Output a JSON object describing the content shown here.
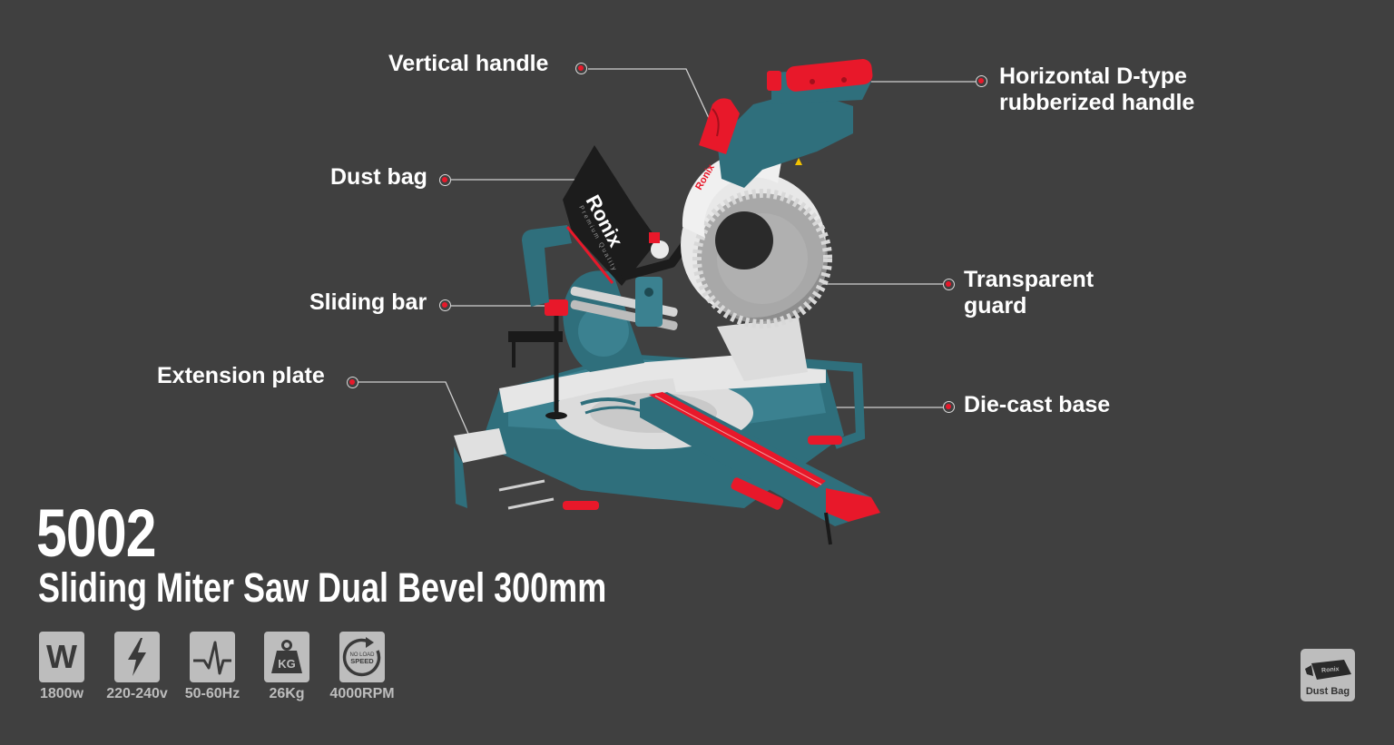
{
  "product": {
    "model_number": "5002",
    "title": "Sliding Miter Saw Dual Bevel 300mm",
    "brand": "Ronix",
    "brand_tagline": "Premium Quality"
  },
  "callouts": [
    {
      "label": "Vertical handle"
    },
    {
      "label": "Horizontal D-type rubberized handle",
      "line1": "Horizontal D-type",
      "line2": "rubberized handle"
    },
    {
      "label": "Dust bag"
    },
    {
      "label": "Sliding bar"
    },
    {
      "label": "Transparent guard",
      "line1": "Transparent",
      "line2": "guard"
    },
    {
      "label": "Extension plate"
    },
    {
      "label": "Die-cast base"
    }
  ],
  "specs": [
    {
      "icon": "wattage-icon",
      "glyph": "W",
      "value": "1800w"
    },
    {
      "icon": "voltage-lightning-icon",
      "value": "220-240v"
    },
    {
      "icon": "frequency-wave-icon",
      "value": "50-60Hz"
    },
    {
      "icon": "weight-kg-icon",
      "glyph": "KG",
      "value": "26Kg"
    },
    {
      "icon": "no-load-speed-icon",
      "glyph_line1": "NO LOAD",
      "glyph_line2": "SPEED",
      "value": "4000RPM"
    }
  ],
  "accessories": [
    {
      "icon": "dust-bag-icon",
      "label": "Dust Bag"
    }
  ],
  "colors": {
    "background": "#404040",
    "accent_red": "#e8182a",
    "body_teal": "#2f6f7c",
    "spec_box": "#bdbdbd",
    "text": "#ffffff"
  }
}
